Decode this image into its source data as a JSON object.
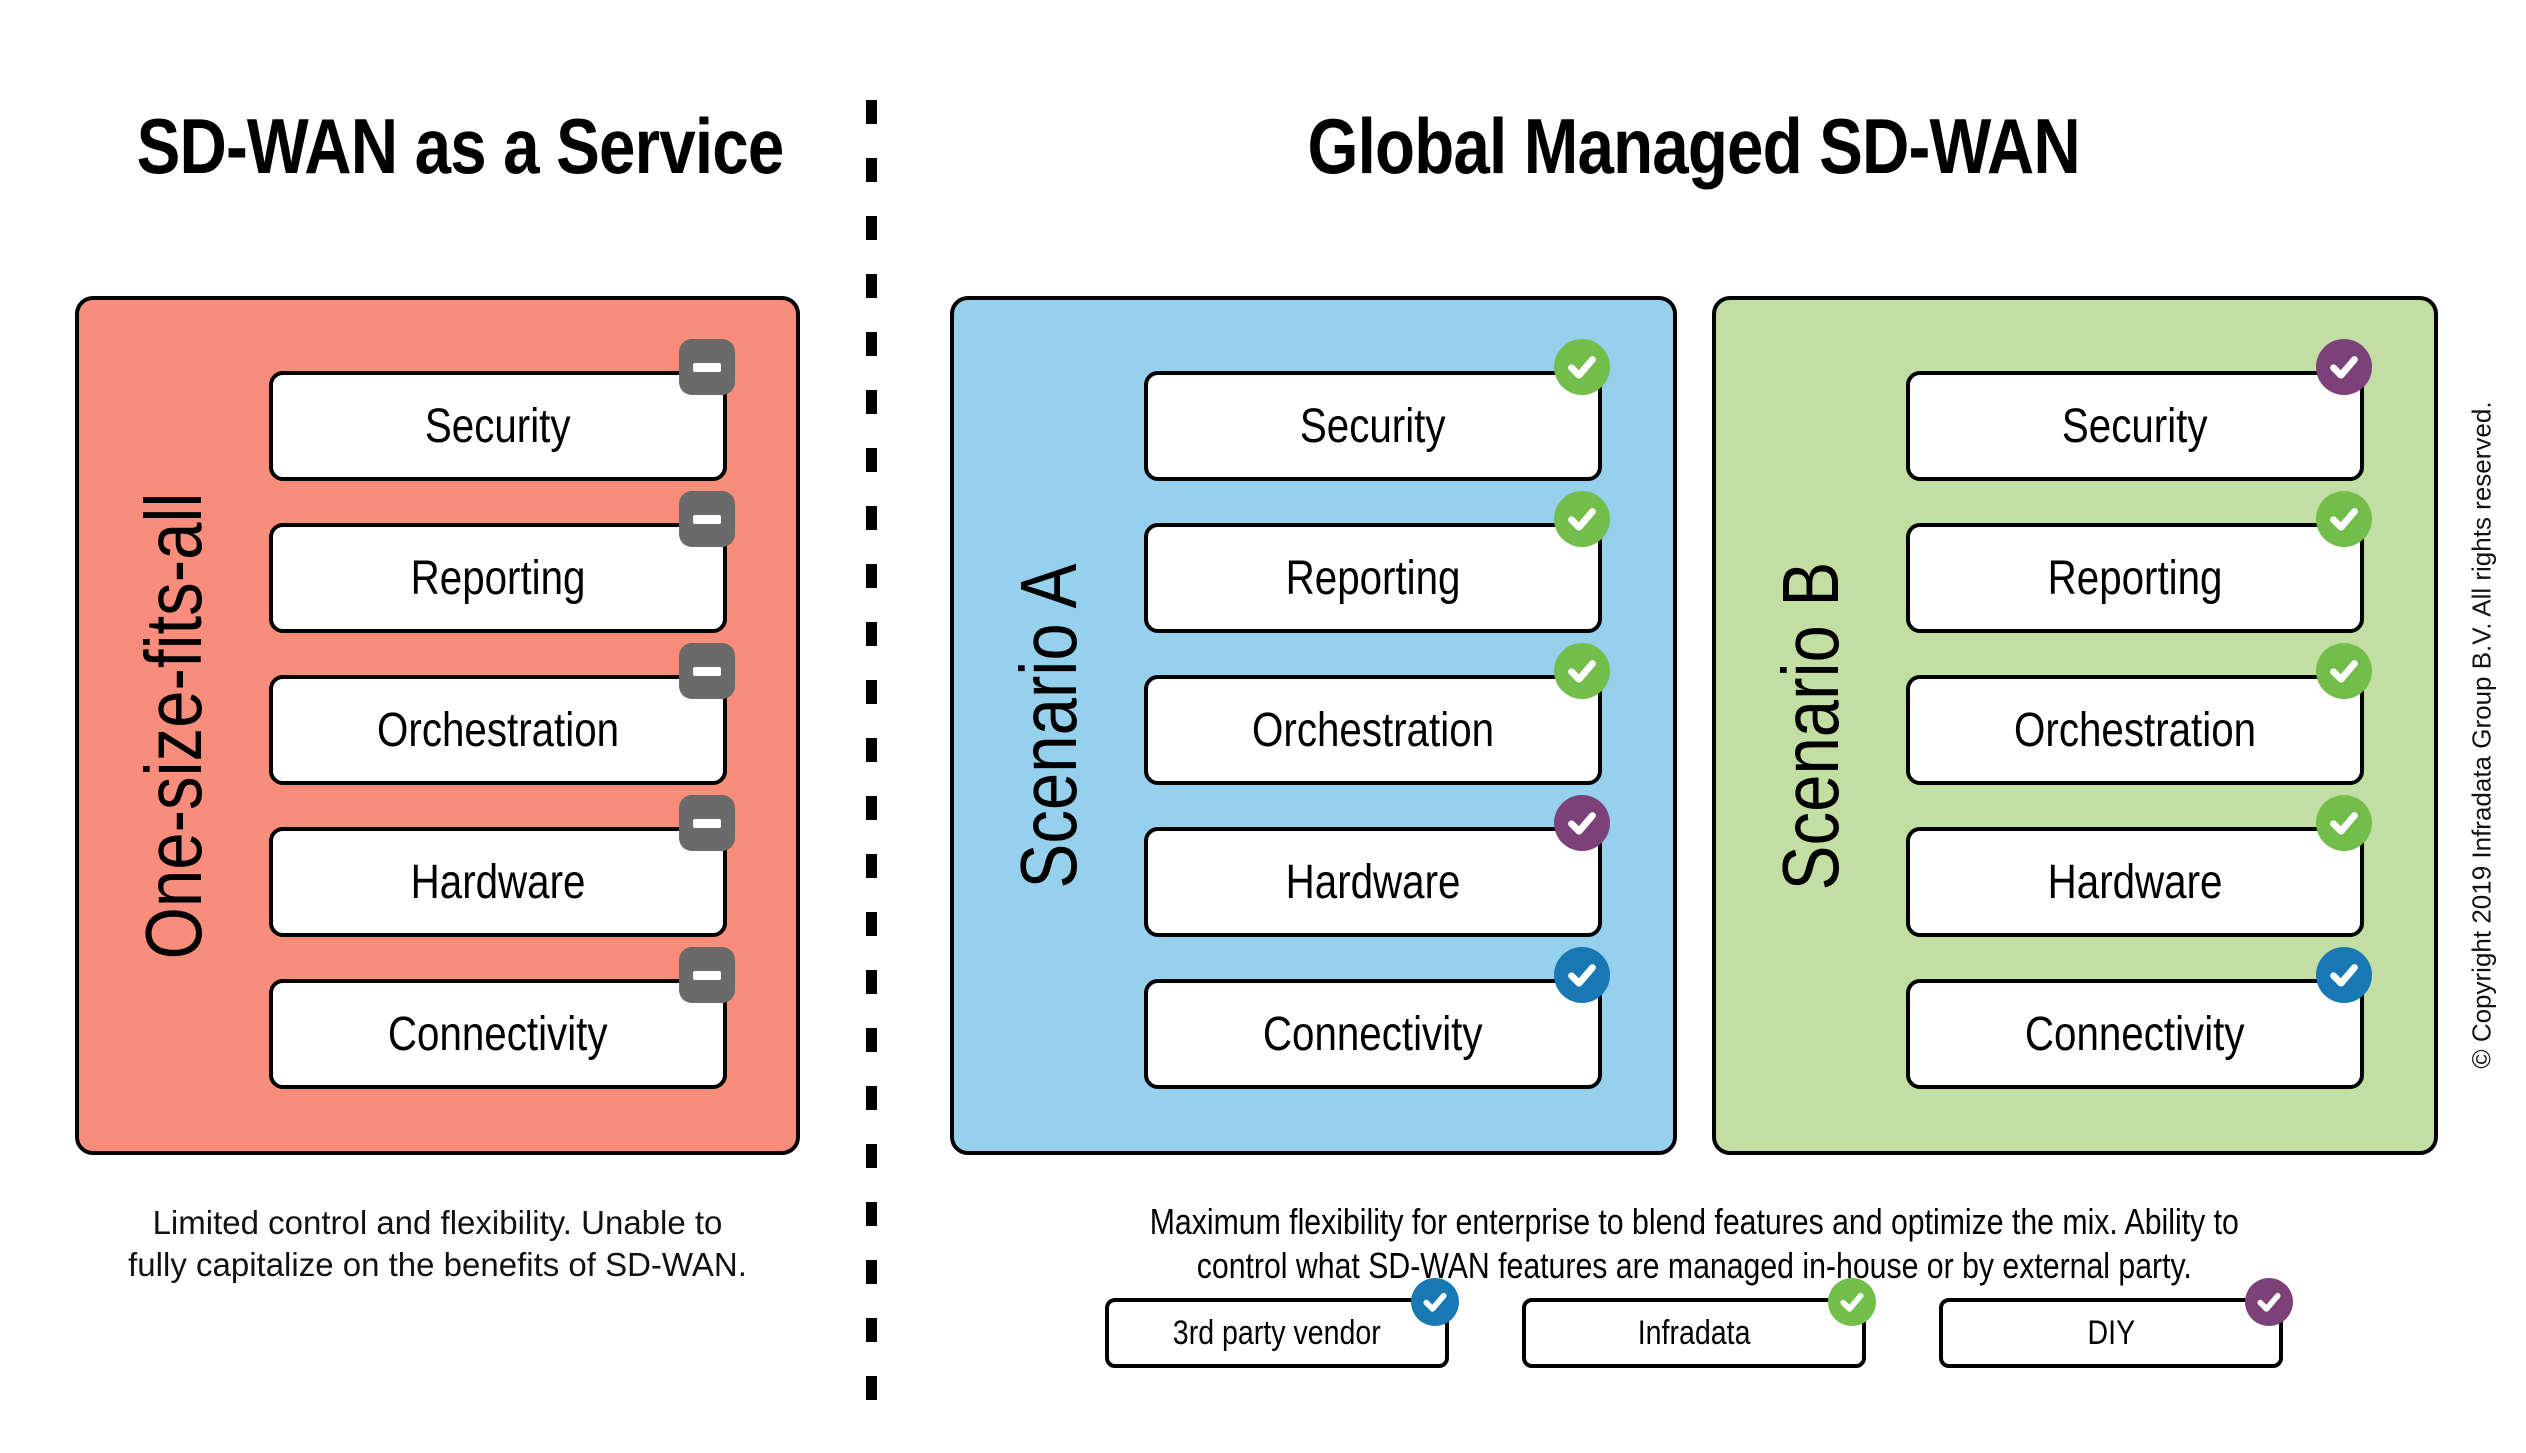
{
  "titles": {
    "left": "SD-WAN as a Service",
    "right": "Global Managed SD-WAN"
  },
  "status_colors": {
    "third_party": "#1878B4",
    "infradata": "#73BD4A",
    "diy": "#7D4179",
    "none": "#6A6A6A"
  },
  "panels": [
    {
      "label": "One-size-fits-all",
      "bg": "#F98D7B",
      "features": [
        {
          "name": "Security",
          "status": "none"
        },
        {
          "name": "Reporting",
          "status": "none"
        },
        {
          "name": "Orchestration",
          "status": "none"
        },
        {
          "name": "Hardware",
          "status": "none"
        },
        {
          "name": "Connectivity",
          "status": "none"
        }
      ]
    },
    {
      "label": "Scenario A",
      "bg": "#95D0EC",
      "features": [
        {
          "name": "Security",
          "status": "infradata"
        },
        {
          "name": "Reporting",
          "status": "infradata"
        },
        {
          "name": "Orchestration",
          "status": "infradata"
        },
        {
          "name": "Hardware",
          "status": "diy"
        },
        {
          "name": "Connectivity",
          "status": "third_party"
        }
      ]
    },
    {
      "label": "Scenario B",
      "bg": "#C3DEA2",
      "features": [
        {
          "name": "Security",
          "status": "diy"
        },
        {
          "name": "Reporting",
          "status": "infradata"
        },
        {
          "name": "Orchestration",
          "status": "infradata"
        },
        {
          "name": "Hardware",
          "status": "infradata"
        },
        {
          "name": "Connectivity",
          "status": "third_party"
        }
      ]
    }
  ],
  "captions": {
    "left": {
      "line1": "Limited control and flexibility. Unable to",
      "line2": "fully capitalize on the benefits of SD-WAN."
    },
    "right": {
      "line1": "Maximum flexibility for enterprise to blend features and optimize the mix. Ability to",
      "line2": "control what SD-WAN features are managed in-house or by external party."
    }
  },
  "legend": [
    {
      "label": "3rd party vendor",
      "status": "third_party"
    },
    {
      "label": "Infradata",
      "status": "infradata"
    },
    {
      "label": "DIY",
      "status": "diy"
    }
  ],
  "copyright": "© Copyright 2019 Infradata Group B.V. All rights reserved."
}
